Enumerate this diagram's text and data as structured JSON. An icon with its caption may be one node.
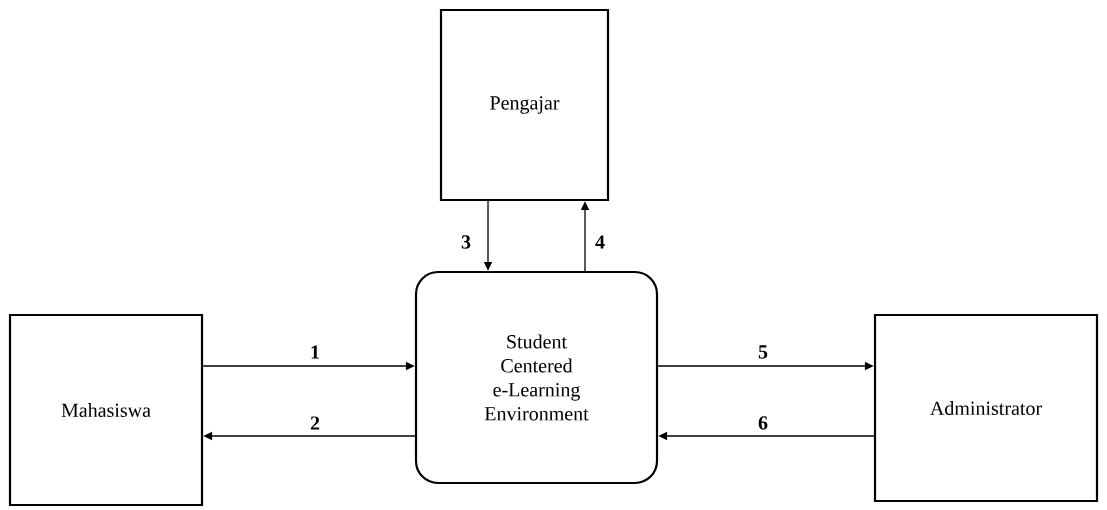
{
  "diagram": {
    "nodes": [
      {
        "text": [
          "Pengajar"
        ]
      },
      {
        "text": [
          "Mahasiswa"
        ]
      },
      {
        "text": [
          "Student Centered e-Learning Environment"
        ]
      },
      {
        "text": [
          "Administrator"
        ]
      }
    ],
    "edges": [
      {
        "from": 1,
        "to": 2,
        "arrow": "to",
        "label": "1"
      },
      {
        "from": 2,
        "to": 1,
        "arrow": "to",
        "label": "2"
      },
      {
        "from": 0,
        "to": 2,
        "arrow": "to",
        "label": "3"
      },
      {
        "from": 2,
        "to": 0,
        "arrow": "to",
        "label": "4"
      },
      {
        "from": 2,
        "to": 3,
        "arrow": "to",
        "label": "5"
      },
      {
        "from": 3,
        "to": 2,
        "arrow": "to",
        "label": "6"
      }
    ]
  }
}
